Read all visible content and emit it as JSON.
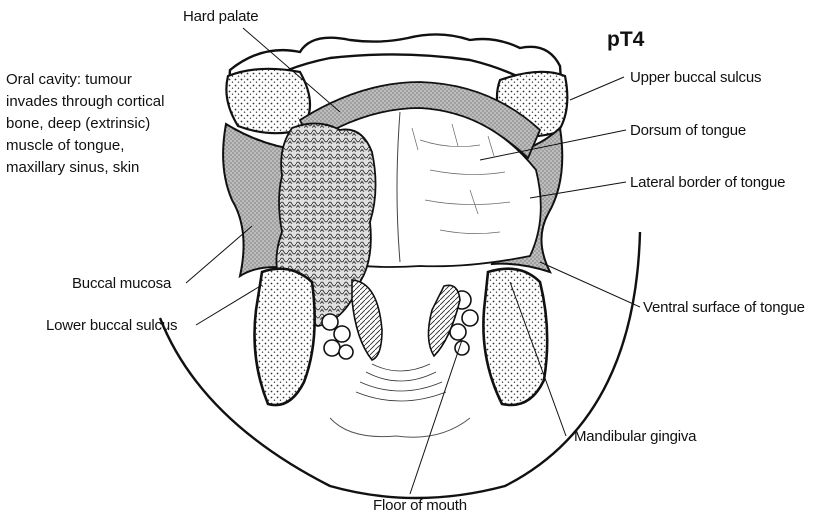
{
  "figure": {
    "stage_label": "pT4",
    "description_lines": [
      "Oral cavity: tumour",
      "invades through cortical",
      "bone, deep (extrinsic)",
      "muscle of tongue,",
      "maxillary sinus, skin"
    ],
    "labels": {
      "hard_palate": "Hard palate",
      "upper_buccal_sulcus": "Upper buccal sulcus",
      "dorsum_of_tongue": "Dorsum of tongue",
      "lateral_border_of_tongue": "Lateral border of tongue",
      "buccal_mucosa": "Buccal mucosa",
      "lower_buccal_sulcus": "Lower buccal sulcus",
      "ventral_surface_of_tongue": "Ventral surface of tongue",
      "mandibular_gingiva": "Mandibular gingiva",
      "floor_of_mouth": "Floor of mouth"
    },
    "colors": {
      "line": "#111111",
      "mucosa_fill": "#bdbdbd",
      "tumour_fill": "#d6d6d6"
    }
  }
}
